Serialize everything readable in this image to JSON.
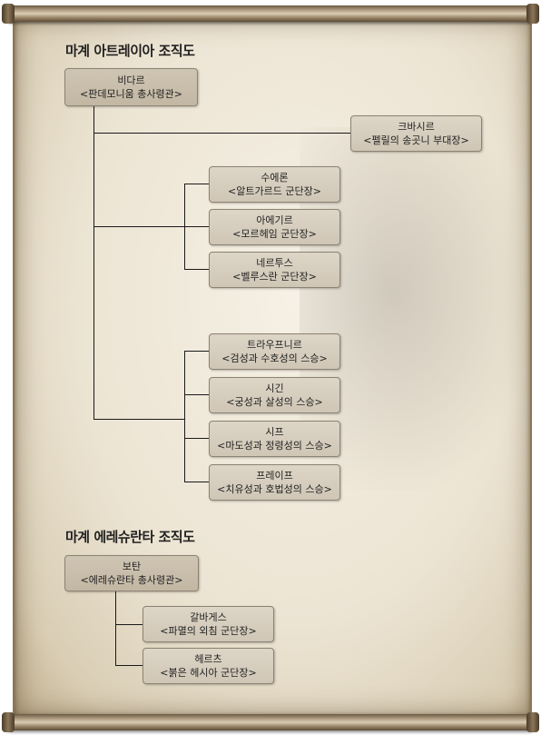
{
  "sections": [
    {
      "title": "마계 아트레이아 조직도",
      "root": {
        "name": "비다르",
        "role": "<판데모니움 총사령관>"
      },
      "children": [
        {
          "name": "크바시르",
          "role": "<펠릴의 송곳니 부대장>"
        },
        {
          "name": "수에론",
          "role": "<알트가르드 군단장>"
        },
        {
          "name": "아에기르",
          "role": "<모르헤임 군단장>"
        },
        {
          "name": "네르투스",
          "role": "<벨루스란 군단장>"
        },
        {
          "name": "트라우프니르",
          "role": "<검성과 수호성의 스승>"
        },
        {
          "name": "시긴",
          "role": "<궁성과 살성의 스승>"
        },
        {
          "name": "시프",
          "role": "<마도성과 정령성의 스승>"
        },
        {
          "name": "프레이프",
          "role": "<치유성과 호법성의 스승>"
        }
      ]
    },
    {
      "title": "마계 에레슈란타 조직도",
      "root": {
        "name": "보탄",
        "role": "<에레슈란타 총사령관>"
      },
      "children": [
        {
          "name": "갈바게스",
          "role": "<파멸의 외침 군단장>"
        },
        {
          "name": "헤르츠",
          "role": "<붉은 헤시아 군단장>"
        }
      ]
    }
  ]
}
